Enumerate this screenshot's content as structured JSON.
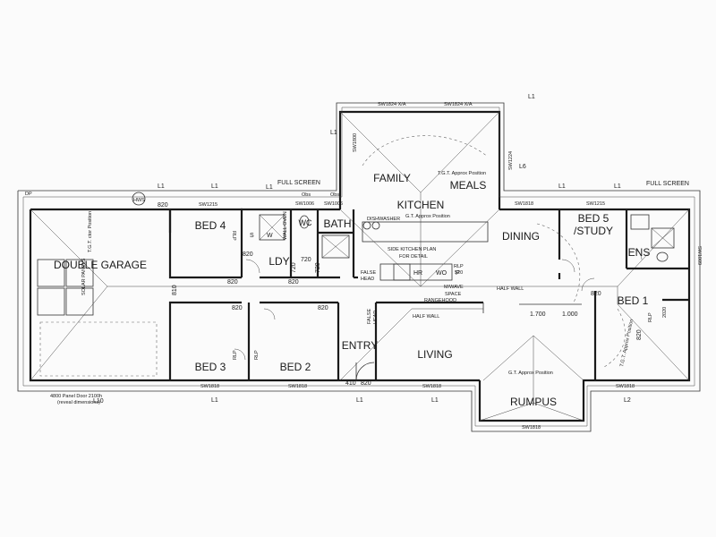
{
  "rooms": {
    "double_garage": "DOUBLE GARAGE",
    "bed4": "BED 4",
    "bed3": "BED 3",
    "bed2": "BED 2",
    "ldy": "LDY",
    "wc": "WC",
    "bath": "BATH",
    "family": "FAMILY",
    "kitchen": "KITCHEN",
    "meals": "MEALS",
    "dining": "DINING",
    "bed5_line1": "BED 5",
    "bed5_line2": "/STUDY",
    "ens": "ENS",
    "bed1": "BED 1",
    "entry": "ENTRY",
    "living": "LIVING",
    "rumpus": "RUMPUS"
  },
  "notes": {
    "full_screen_left": "FULL SCREEN",
    "full_screen_right": "FULL SCREEN",
    "obs_left": "Obs",
    "obs_right": "Obs",
    "dishwasher": "DISHWASHER",
    "gt_kitchen": "G.T. Approx Position",
    "gt_meals": "T.G.T. Approx Position",
    "gt_rumpus": "G.T. Approx Position",
    "gt_bed1": "T.G.T. Approx Position",
    "gt_garage": "T.G.T. ctor Position",
    "side_kitchen": "SIDE KITCHEN PLAN",
    "for_detail": "FOR DETAIL",
    "false_head_1": "FALSE",
    "false_head_2": "HEAD",
    "false_head_v1": "FALSE",
    "false_head_v2": "HEAD",
    "mwave_1": "M/WAVE",
    "mwave_2": "SPACE",
    "rangehood": "RANGEHOOD",
    "half_wall_top": "HALF WALL",
    "half_wall_bottom": "HALF WALL",
    "solar_panels": "SOLAR PANELS",
    "panel_door": "4800 Panel Door 2100h",
    "panel_door_note": "(reveal dimensions)",
    "hr": "HR",
    "wo": "WO",
    "p": "P",
    "hws": "HWS",
    "rlp": "RLP",
    "s": "S",
    "w": "W",
    "wall_oven": "WALL OVEN"
  },
  "windows": {
    "top_sw1824": "SW1824 X/A",
    "top_sw1824b": "SW1824 X/A",
    "sw1800": "SW1800",
    "sw1224": "SW1224",
    "sw1215_bed4": "SW1215",
    "sw1006": "SW1006",
    "sw1006b": "SW1006",
    "sw1818_dining": "SW1818",
    "sw1215_bed5": "SW1215",
    "sw1009": "SW1009",
    "sw1818_bed3": "SW1818",
    "sw1818_bed2": "SW1818",
    "sw1818_living": "SW1818",
    "sw1818_bed1": "SW1818",
    "sw1818_rumpus": "SW1818"
  },
  "levels": {
    "l1_top_a": "L1",
    "l1_top_b": "L1",
    "l1_top_c": "L1",
    "l1_top_d": "L1",
    "l1_top_e": "L1",
    "l1_top_f": "L1",
    "l1_top_g": "L1",
    "l6": "L6",
    "l10": "L10",
    "l1_bot_a": "L1",
    "l1_bot_b": "L1",
    "l1_bot_c": "L1",
    "l2": "L2",
    "dp": "DP"
  },
  "dimensions": {
    "d820_garage": "820",
    "d820_ldy": "820",
    "d820_bed4": "820",
    "d820_bed3": "820",
    "d820_bed2": "820",
    "d820_entry": "820",
    "d820_bed1": "820",
    "d820_dining": "820",
    "d820_ldy2": "820",
    "d810": "810",
    "d410": "410",
    "d720_a": "720",
    "d720_b": "720",
    "d720_c": "720",
    "d1700": "1.700",
    "d1000": "1.000",
    "d2020": "2020",
    "d520": "520"
  }
}
